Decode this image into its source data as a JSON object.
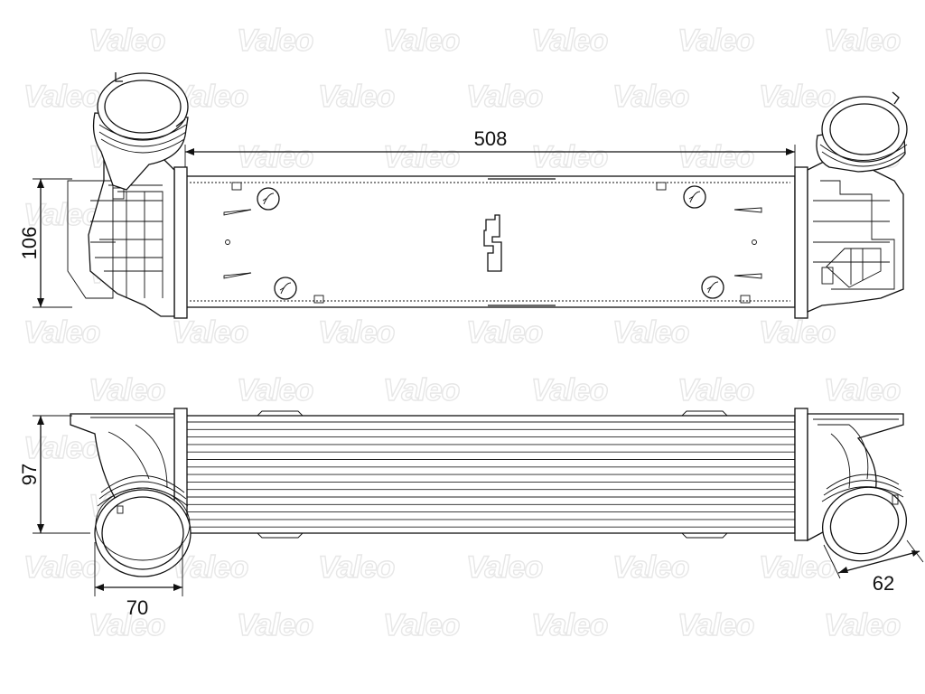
{
  "brand": {
    "watermark_text": "Valeo",
    "watermark_color": "#e7e7e7"
  },
  "dimensions": {
    "overall_length": "508",
    "top_view_height": "106",
    "front_view_height": "97",
    "inlet_width": "70",
    "outlet_width": "62"
  },
  "colors": {
    "line": "#111111",
    "background": "#ffffff"
  }
}
